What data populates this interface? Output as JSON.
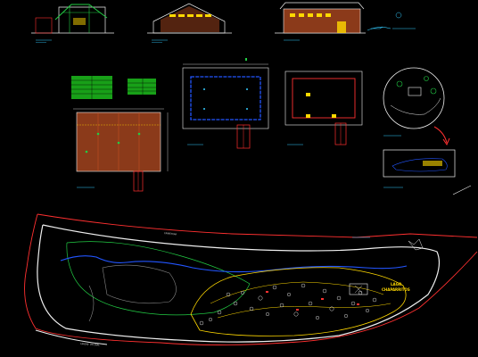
{
  "drawing": {
    "background": "#000000",
    "colors": {
      "accent": "#ffd800",
      "line_cyan": "#33ccff",
      "line_blue": "#2255ff",
      "line_red": "#ff3030",
      "line_green": "#22cc44",
      "line_white": "#eeeeee",
      "roof_brown": "#8b3a1a",
      "table_green": "#18a018"
    },
    "labels": {
      "lake": "LAGO",
      "lake_sub": "CHAPARRITOS",
      "north_road": "CARRETERA",
      "south_road": "CAMINO VECINAL"
    }
  }
}
